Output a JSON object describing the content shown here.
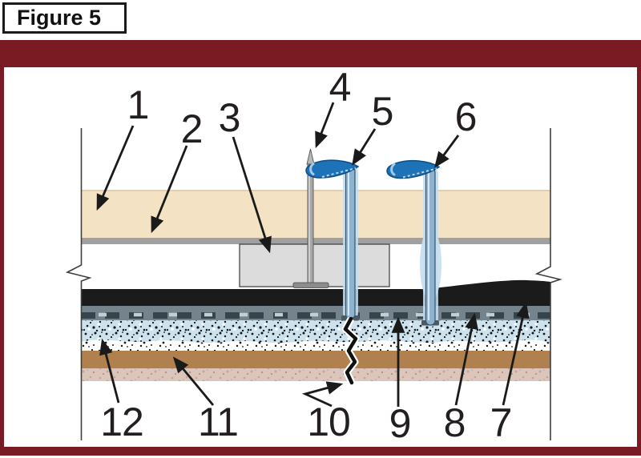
{
  "figure": {
    "label": "Figure 5"
  },
  "callouts": [
    {
      "label": "1"
    },
    {
      "label": "2"
    },
    {
      "label": "3"
    },
    {
      "label": "4"
    },
    {
      "label": "5"
    },
    {
      "label": "6"
    },
    {
      "label": "7"
    },
    {
      "label": "8"
    },
    {
      "label": "9"
    },
    {
      "label": "10"
    },
    {
      "label": "11"
    },
    {
      "label": "12"
    }
  ],
  "colors": {
    "frame_maroon": "#7a1a23",
    "deck_tan": "#f4e2c4",
    "deck_gray_line": "#a0a0a0",
    "block_gray": "#dcdcdc",
    "membrane_black": "#1b1b1b",
    "mat_gray": "#75848c",
    "insulation_blue": "#cde2ec",
    "wood_brown": "#b0814f",
    "base_pink": "#dcc5ba",
    "adhesive_drop_blue": "#1d72b8",
    "pin_blue": "#8fb3cf",
    "callout_text": "#231f20"
  }
}
